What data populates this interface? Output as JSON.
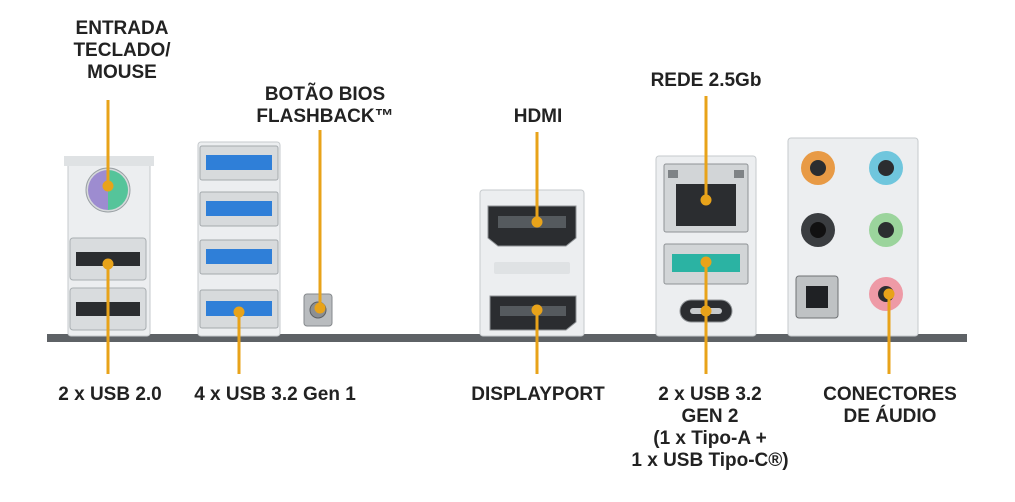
{
  "labels": {
    "ps2": "ENTRADA\nTECLADO/\nMOUSE",
    "bios": "BOTÃO BIOS\nFLASHBACK™",
    "hdmi": "HDMI",
    "rede": "REDE 2.5Gb",
    "usb20": "2 x USB 2.0",
    "usb32g1": "4 x USB 3.2 Gen 1",
    "displayport": "DISPLAYPORT",
    "usb32g2": "2 x USB 3.2\nGEN 2\n(1 x Tipo-A +\n1 x USB Tipo-C®)",
    "audio": "CONECTORES\nDE ÁUDIO"
  },
  "colors": {
    "accent": "#e8a31a",
    "usb3_blue": "#2f7fd8",
    "usb_gen2_teal": "#2bb3a3",
    "audio_orange": "#e89a45",
    "audio_blue": "#6fc6dd",
    "audio_green": "#9bd49c",
    "audio_pink": "#ee9aa6",
    "ps2_purple": "#9d8cd0",
    "ps2_green": "#55c49a"
  }
}
